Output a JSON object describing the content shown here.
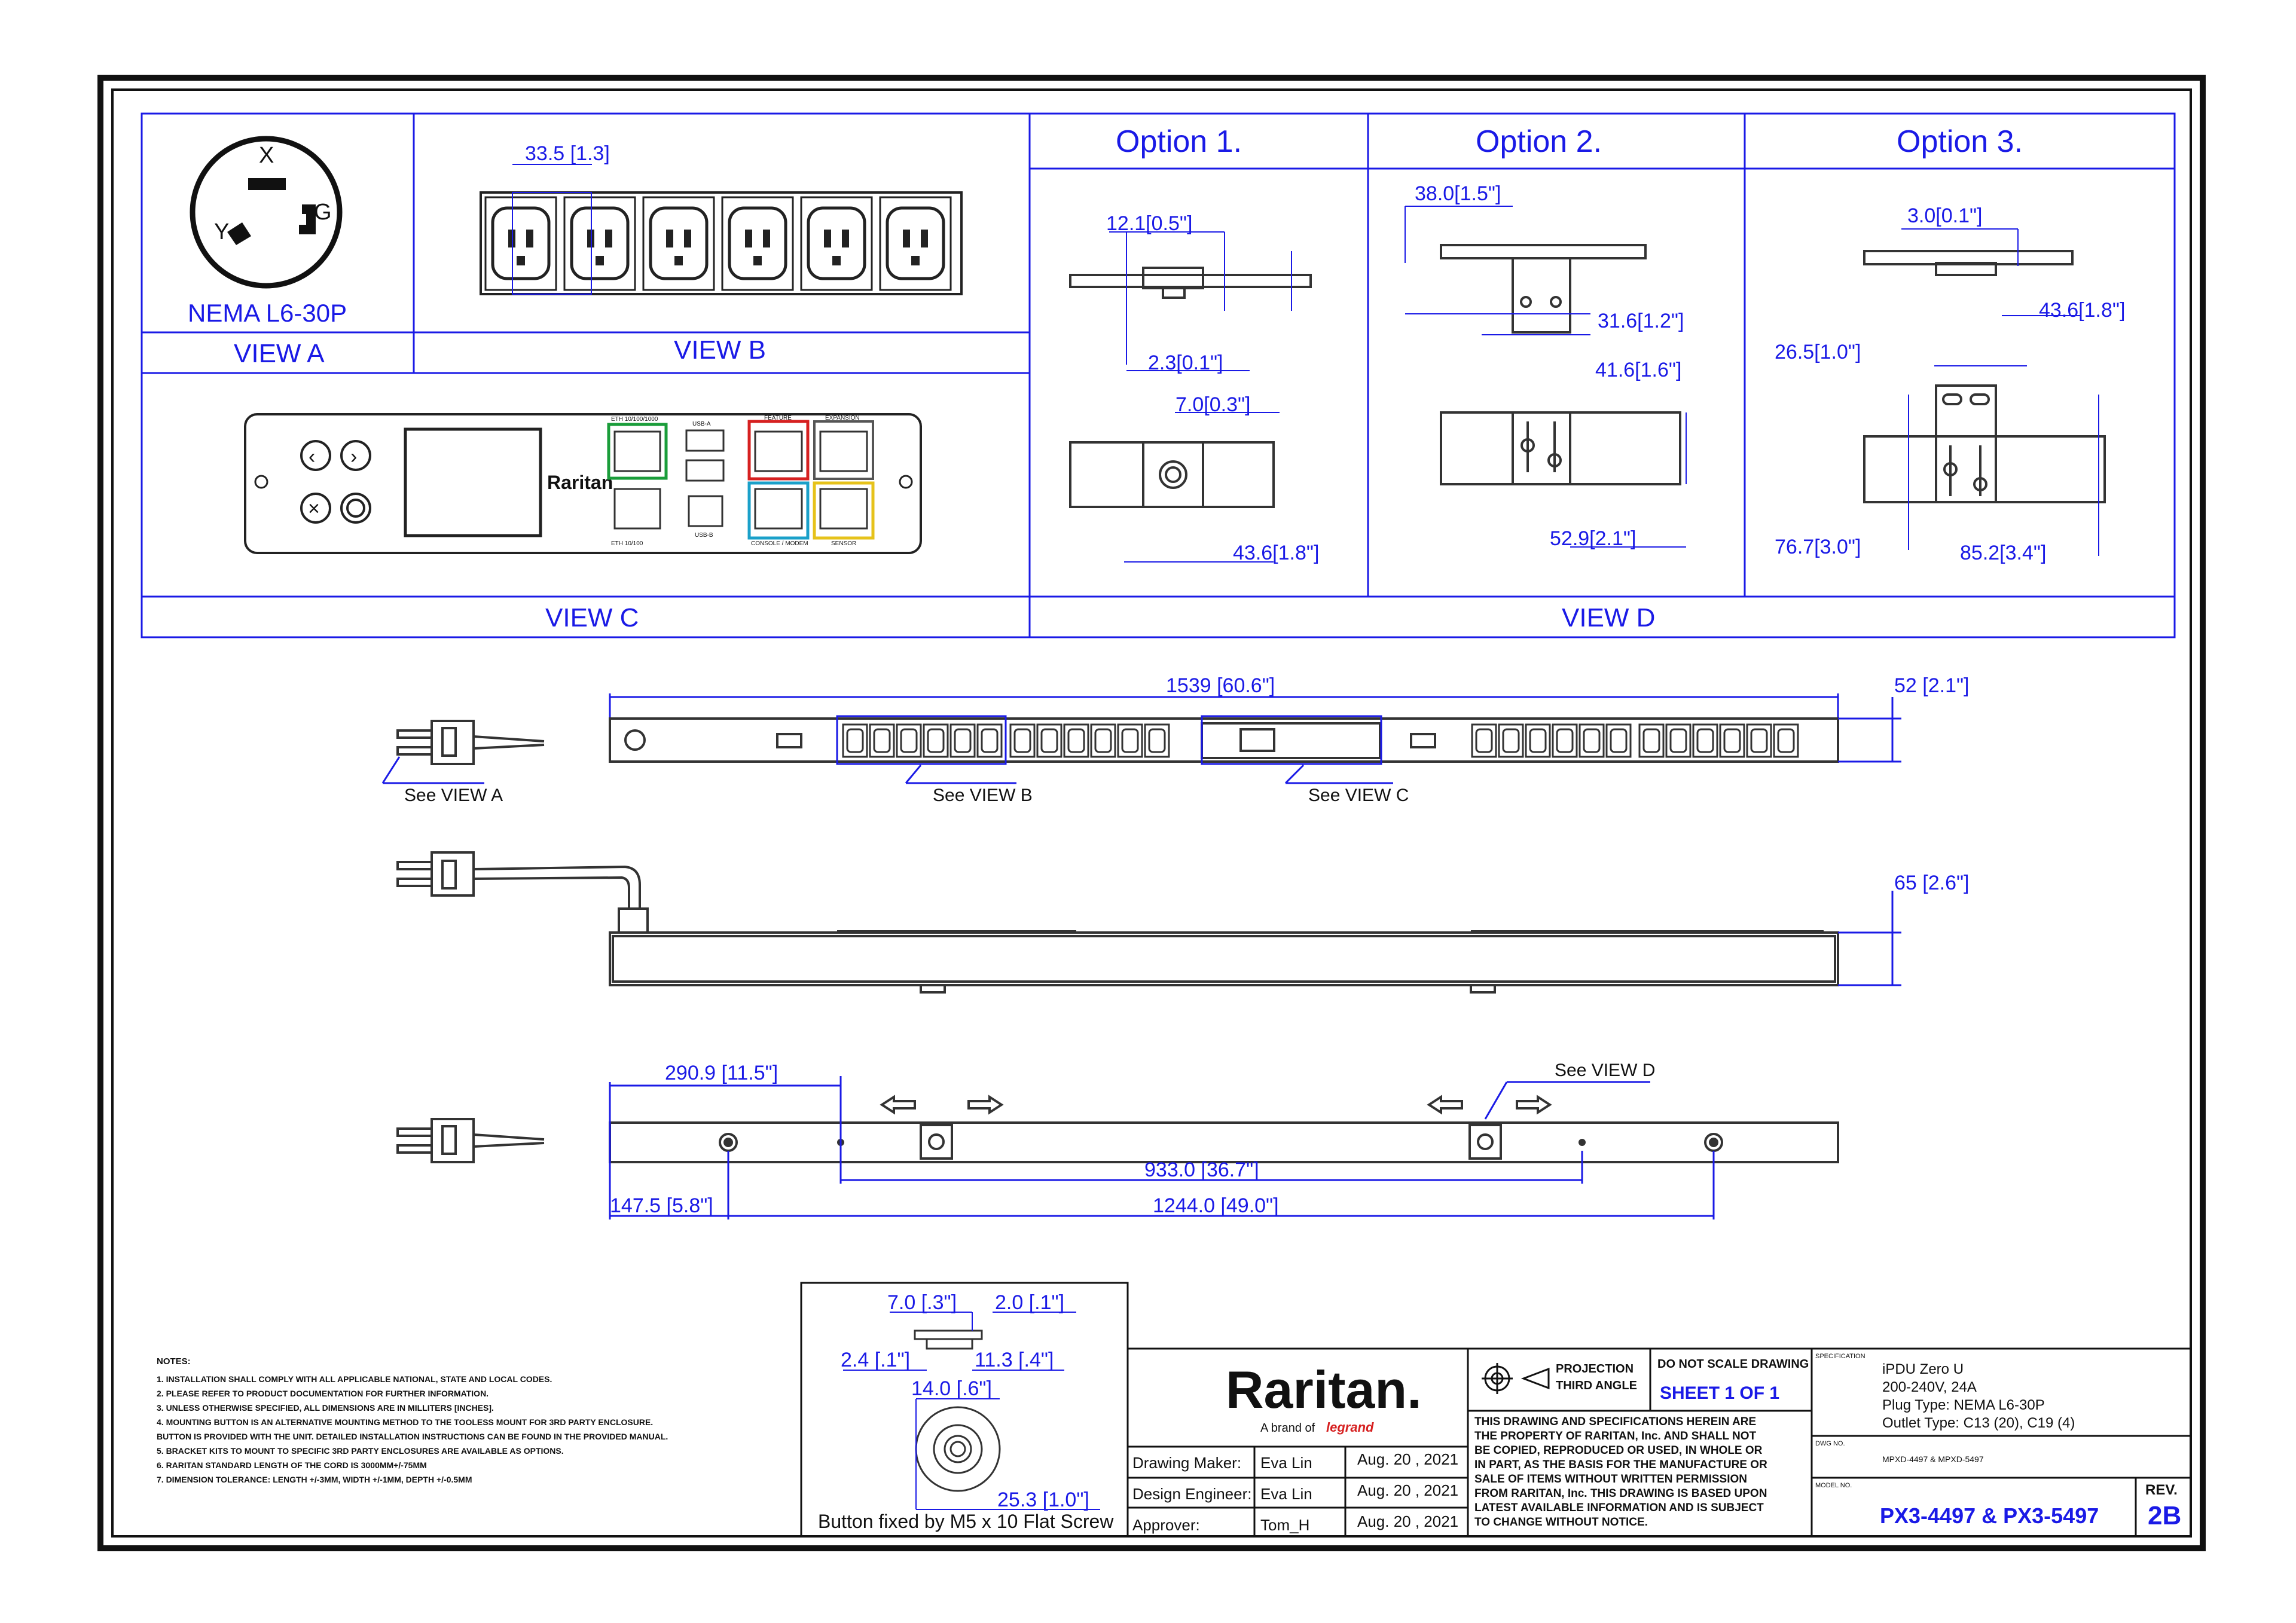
{
  "view_a": {
    "plug_label": "NEMA L6-30P",
    "caption": "VIEW A",
    "pins": [
      "X",
      "Y",
      "G"
    ]
  },
  "view_b": {
    "caption": "VIEW B",
    "dim": "33.5 [1.3]"
  },
  "view_c": {
    "caption": "VIEW C",
    "brand": "Raritan",
    "ports": [
      "USB-A",
      "USB-B",
      "FEATURE",
      "EXPANSION",
      "CONSOLE / MODEM",
      "SENSOR",
      "ETH 10/100/1000",
      "ETH 10/100"
    ]
  },
  "view_d": {
    "caption": "VIEW D",
    "options": [
      {
        "title": "Option 1.",
        "dims": [
          "12.1[0.5\"]",
          "2.3[0.1\"]",
          "7.0[0.3\"]",
          "43.6[1.8\"]"
        ]
      },
      {
        "title": "Option  2.",
        "dims": [
          "38.0[1.5\"]",
          "31.6[1.2\"]",
          "41.6[1.6\"]",
          "52.9[2.1\"]"
        ]
      },
      {
        "title": "Option 3.",
        "dims": [
          "3.0[0.1\"]",
          "43.6[1.8\"]",
          "26.5[1.0\"]",
          "76.7[3.0\"]",
          "85.2[3.4\"]"
        ]
      }
    ]
  },
  "front": {
    "length": "1539 [60.6\"]",
    "width": "52 [2.1\"]",
    "see_a": "See VIEW A",
    "see_b": "See VIEW B",
    "see_c": "See VIEW C"
  },
  "side": {
    "depth": "65 [2.6\"]"
  },
  "back": {
    "see_d": "See VIEW D",
    "d1": "290.9 [11.5\"]",
    "d2": "933.0 [36.7\"]",
    "d3": "147.5 [5.8\"]",
    "d4": "1244.0 [49.0\"]"
  },
  "button": {
    "d1": "7.0 [.3\"]",
    "d2": "2.0 [.1\"]",
    "d3": "2.4 [.1\"]",
    "d4": "11.3 [.4\"]",
    "d5": "14.0 [.6\"]",
    "d6": "25.3 [1.0\"]",
    "caption": "Button fixed by M5 x 10 Flat Screw"
  },
  "notes": {
    "title": "NOTES:",
    "items": [
      "1. INSTALLATION SHALL COMPLY WITH ALL APPLICABLE NATIONAL, STATE AND LOCAL CODES.",
      "2. PLEASE REFER TO PRODUCT DOCUMENTATION FOR FURTHER INFORMATION.",
      "3. UNLESS OTHERWISE SPECIFIED, ALL DIMENSIONS ARE IN MILLITERS [INCHES].",
      "4. MOUNTING BUTTON IS AN ALTERNATIVE MOUNTING METHOD TO THE TOOLESS MOUNT FOR 3RD PARTY ENCLOSURE.",
      "   BUTTON IS PROVIDED WITH THE UNIT. DETAILED INSTALLATION INSTRUCTIONS CAN BE FOUND IN THE PROVIDED MANUAL.",
      "5. BRACKET KITS TO MOUNT TO SPECIFIC 3RD PARTY ENCLOSURES ARE AVAILABLE AS OPTIONS.",
      "6. RARITAN STANDARD LENGTH OF THE CORD IS 3000MM+/-75MM",
      "7. DIMENSION TOLERANCE: LENGTH +/-3MM, WIDTH +/-1MM, DEPTH +/-0.5MM"
    ]
  },
  "title_block": {
    "logo": "Raritan.",
    "tagline": "A brand of",
    "tagline_brand": "legrand",
    "rows": [
      {
        "role": "Drawing Maker:",
        "name": "Eva Lin",
        "date": "Aug. 20 , 2021"
      },
      {
        "role": "Design Engineer:",
        "name": "Eva Lin",
        "date": "Aug. 20 , 2021"
      },
      {
        "role": "Approver:",
        "name": "Tom_H",
        "date": "Aug. 20 , 2021"
      }
    ],
    "projection_1": "PROJECTION",
    "projection_2": "THIRD ANGLE",
    "no_scale": "DO NOT SCALE DRAWING",
    "sheet": "SHEET 1 OF 1",
    "disclaimer": [
      "THIS DRAWING AND SPECIFICATIONS HEREIN ARE",
      "THE PROPERTY OF RARITAN, Inc. AND SHALL NOT",
      "BE COPIED, REPRODUCED OR USED, IN WHOLE OR",
      "IN PART, AS THE BASIS FOR THE MANUFACTURE OR",
      "SALE OF ITEMS WITHOUT WRITTEN PERMISSION",
      "FROM RARITAN, Inc. THIS DRAWING IS BASED UPON",
      "LATEST AVAILABLE INFORMATION AND IS SUBJECT",
      "TO CHANGE WITHOUT NOTICE."
    ],
    "spec_label": "SPECIFICATION",
    "spec": [
      "iPDU Zero U",
      "200-240V, 24A",
      "Plug Type: NEMA L6-30P",
      "Outlet Type: C13 (20), C19 (4)"
    ],
    "dwg_label": "DWG NO.",
    "dwg": "MPXD-4497 & MPXD-5497",
    "model_label": "MODEL NO.",
    "model": "PX3-4497 & PX3-5497",
    "rev_label": "REV.",
    "rev": "2B"
  }
}
